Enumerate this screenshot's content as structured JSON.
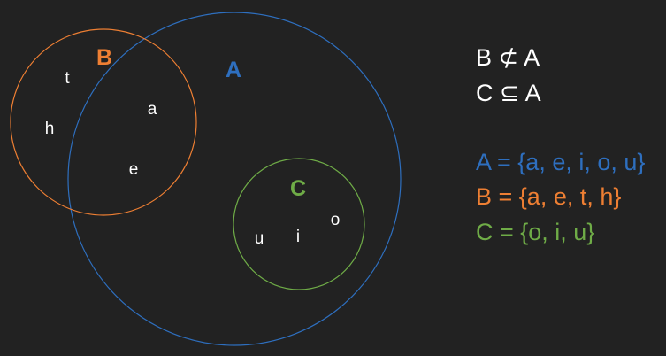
{
  "colors": {
    "background": "#222222",
    "set_a": "#2e6fbf",
    "set_b": "#ee7f33",
    "set_c": "#6fac47",
    "text": "#ffffff"
  },
  "venn": {
    "set_a": {
      "label": "A",
      "elements": []
    },
    "set_b": {
      "label": "B",
      "elements": [
        "t",
        "h",
        "a",
        "e"
      ]
    },
    "set_c": {
      "label": "C",
      "elements": [
        "u",
        "i",
        "o"
      ]
    }
  },
  "relations": [
    {
      "text": "B ⊄ A",
      "color": "#ffffff"
    },
    {
      "text": "C ⊆ A",
      "color": "#ffffff"
    }
  ],
  "definitions": [
    {
      "text": "A = {a, e, i, o, u}",
      "color": "#2e6fbf"
    },
    {
      "text": "B = {a, e, t, h}",
      "color": "#ee7f33"
    },
    {
      "text": "C = {o, i, u}",
      "color": "#6fac47"
    }
  ]
}
